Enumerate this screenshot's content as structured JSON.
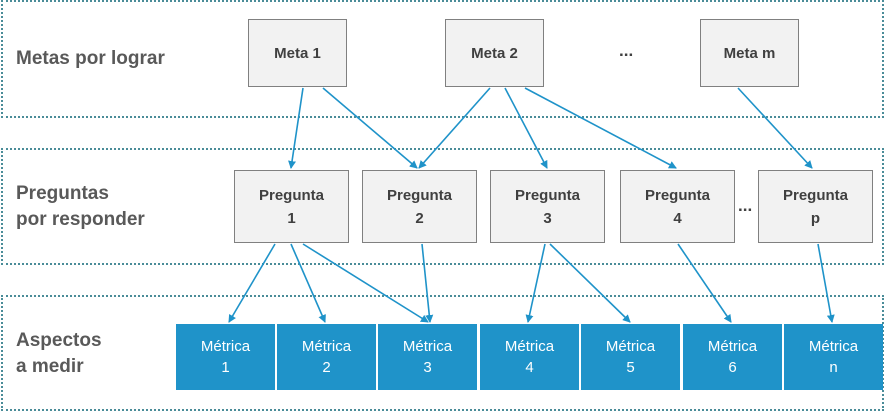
{
  "bands": {
    "goals": {
      "label": "Metas por lograr"
    },
    "questions": {
      "label_line1": "Preguntas",
      "label_line2": "por responder"
    },
    "metrics": {
      "label_line1": "Aspectos",
      "label_line2": "a medir"
    }
  },
  "goals": [
    {
      "label": "Meta 1"
    },
    {
      "label": "Meta 2"
    },
    {
      "label": "Meta m"
    }
  ],
  "goals_ellipsis": "...",
  "questions": [
    {
      "line1": "Pregunta",
      "line2": "1"
    },
    {
      "line1": "Pregunta",
      "line2": "2"
    },
    {
      "line1": "Pregunta",
      "line2": "3"
    },
    {
      "line1": "Pregunta",
      "line2": "4"
    },
    {
      "line1": "Pregunta",
      "line2": "p"
    }
  ],
  "questions_ellipsis": "...",
  "metrics": [
    {
      "line1": "Métrica",
      "line2": "1"
    },
    {
      "line1": "Métrica",
      "line2": "2"
    },
    {
      "line1": "Métrica",
      "line2": "3"
    },
    {
      "line1": "Métrica",
      "line2": "4"
    },
    {
      "line1": "Métrica",
      "line2": "5"
    },
    {
      "line1": "Métrica",
      "line2": "6"
    },
    {
      "line1": "Métrica",
      "line2": "n"
    }
  ],
  "colors": {
    "arrow": "#1f93c9",
    "metric_fill": "#1f93c9",
    "box_fill": "#f2f2f2",
    "band_border": "#4a8c98"
  }
}
